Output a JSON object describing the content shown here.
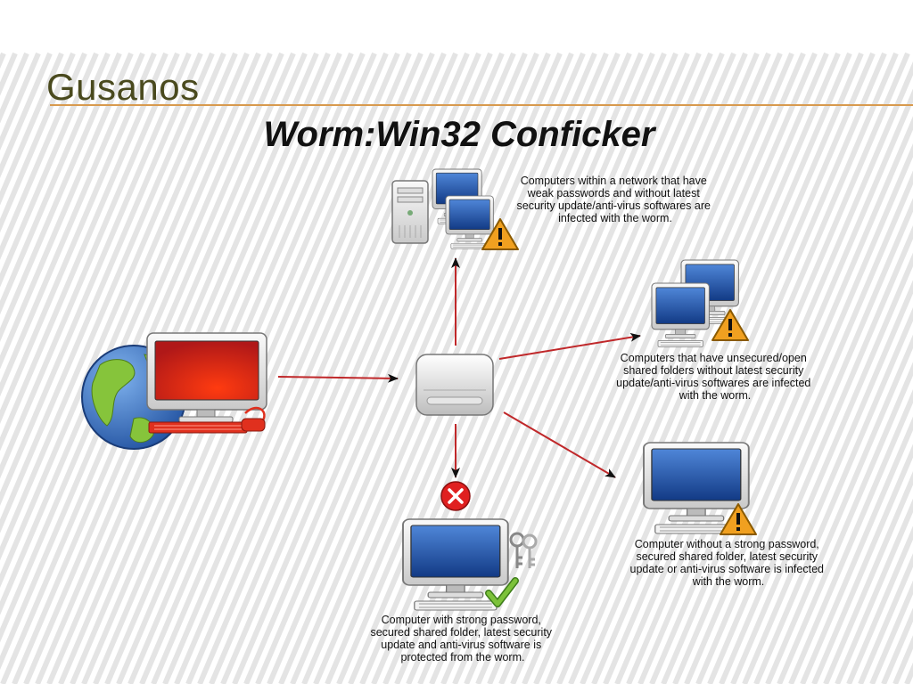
{
  "slide": {
    "title": "Gusanos",
    "accent_color": "#d89a4e",
    "title_color": "#4a4a1e"
  },
  "diagram": {
    "heading": "Worm:Win32 Conficker",
    "source": {
      "icons": [
        "globe-icon",
        "infected-computer-icon"
      ],
      "color": "#e0301e"
    },
    "hub": {
      "icon": "external-drive-icon"
    },
    "targets": [
      {
        "id": "weak-passwords",
        "icons": [
          "server-icon",
          "computer-icon",
          "warning-icon"
        ],
        "caption": [
          "Computers within a network that have",
          "weak passwords and without latest",
          "security update/anti-virus softwares are",
          "infected with the worm."
        ]
      },
      {
        "id": "open-shares",
        "icons": [
          "computer-icon",
          "computer-icon",
          "warning-icon"
        ],
        "caption": [
          "Computers that have unsecured/open",
          "shared folders without latest security",
          "update/anti-virus softwares are infected",
          "with the worm."
        ]
      },
      {
        "id": "no-strong-password",
        "icons": [
          "computer-icon",
          "warning-icon"
        ],
        "caption": [
          "Computer without a strong password,",
          "secured shared folder, latest security",
          "update or anti-virus software is infected",
          "with the worm."
        ]
      },
      {
        "id": "protected",
        "icons": [
          "blocked-icon",
          "computer-icon",
          "keys-icon",
          "checkmark-icon"
        ],
        "caption": [
          "Computer with strong password,",
          "secured shared folder, latest security",
          "update and anti-virus software is",
          "protected from the worm."
        ]
      }
    ],
    "colors": {
      "arrow": "#c0282a",
      "warning": "#f0a020",
      "blocked": "#e02020",
      "check": "#5aa02a",
      "screen": "#1e4da0"
    }
  }
}
